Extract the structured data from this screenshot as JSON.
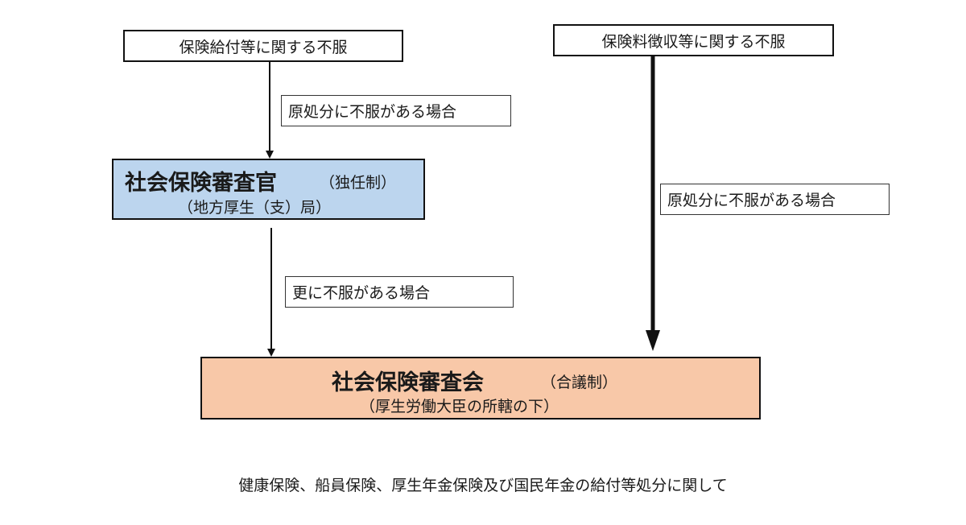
{
  "left_top_box": "保険給付等に関する不服",
  "right_top_box": "保険料徴収等に関する不服",
  "left_label_1": "原処分に不服がある場合",
  "right_label": "原処分に不服がある場合",
  "left_label_2": "更に不服がある場合",
  "officer_box": {
    "title": "社会保険審査官",
    "system": "（独任制）",
    "location": "（地方厚生（支）局）"
  },
  "council_box": {
    "title": "社会保険審査会",
    "system": "（合議制）",
    "location": "（厚生労働大臣の所轄の下）"
  },
  "footer": "健康保険、船員保険、厚生年金保険及び国民年金の給付等処分に関して"
}
